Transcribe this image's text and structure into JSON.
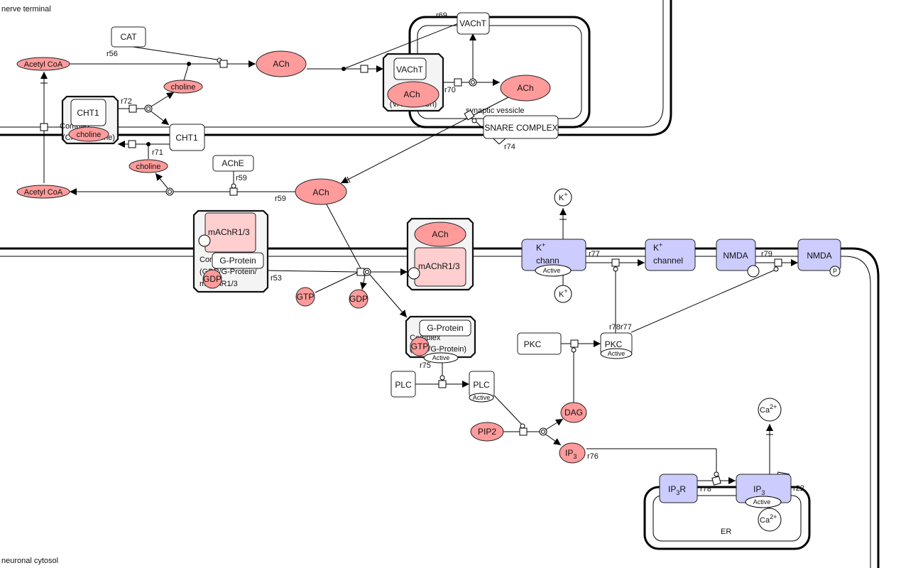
{
  "compartments": {
    "nerve_terminal": "nerve terminal",
    "neuronal_cytosol": "neuronal cytosol",
    "synaptic_vessicle": "synaptic vessicle",
    "er": "ER"
  },
  "colors": {
    "simple_chemical": "#ff9b9b",
    "receptor": "#ffcfcf",
    "channel": "#ccccff",
    "complex": "#f4f4f4"
  },
  "nodes": {
    "cat": "CAT",
    "acetyl_coa_top": "Acetyl CoA",
    "acetyl_coa_bottom": "Acetyl CoA",
    "ach_1": "ACh",
    "ach_2": "ACh",
    "ach_3": "ACh",
    "ach_4": "ACh",
    "ach_5": "ACh",
    "vacht_top": "VAChT",
    "vacht_complex": "VAChT",
    "vacht_complex_label": "(VAChT/ACh)",
    "choline_1": "choline",
    "choline_2": "choline",
    "choline_3": "choline",
    "cht1_complex": "CHT1",
    "cht1_complex_label1": "Complex",
    "cht1_complex_label2": "(CHT1/choline)",
    "cht1_membrane": "CHT1",
    "ache": "AChE",
    "snare": "SNARE COMPLEX",
    "machr_1": "mAChR1/3",
    "g_protein_1": "G-Protein",
    "gdp_1": "GDP",
    "complex1_label1": "Complex",
    "complex1_label2": "(GDP/G-Protein/",
    "complex1_label3": "mAChR1/3",
    "machr_2": "mAChR1/3",
    "gtp_1": "GTP",
    "gdp_2": "GDP",
    "g_protein_2": "G-Protein",
    "complex2_label1": "Complex",
    "complex2_label2": "(GTP/G-Protein)",
    "gtp_2": "GTP",
    "active": "Active",
    "plc_1": "PLC",
    "plc_2": "PLC",
    "pip2": "PIP2",
    "dag": "DAG",
    "ip3": "IP",
    "ip3_sub": "3",
    "pkc_1": "PKC",
    "pkc_2": "PKC",
    "k_ion": "K",
    "plus": "+",
    "k_channel_1a": "K",
    "k_channel_1b": "chann",
    "k_channel_2a": "K",
    "k_channel_2b": "channel",
    "nmda_1": "NMDA",
    "nmda_2": "NMDA",
    "p_state": "P",
    "ip3r_1_a": "IP",
    "ip3r_1_sub": "3",
    "ip3r_1_b": "R",
    "ip3r_2_a": "IP",
    "ip3r_2_sub": "3",
    "ca": "Ca",
    "ca_sup": "2+"
  },
  "reactions": {
    "r56": "r56",
    "r69": "r69",
    "r70": "r70",
    "r71": "r71",
    "r72": "r72",
    "r74": "r74",
    "r59a": "r59",
    "r59b": "r59",
    "r53": "r53",
    "r75": "r75",
    "r76": "r76",
    "r77": "r77",
    "r79": "r79",
    "r78_77": "r78r77",
    "r78": "r78",
    "r22": "r22"
  }
}
